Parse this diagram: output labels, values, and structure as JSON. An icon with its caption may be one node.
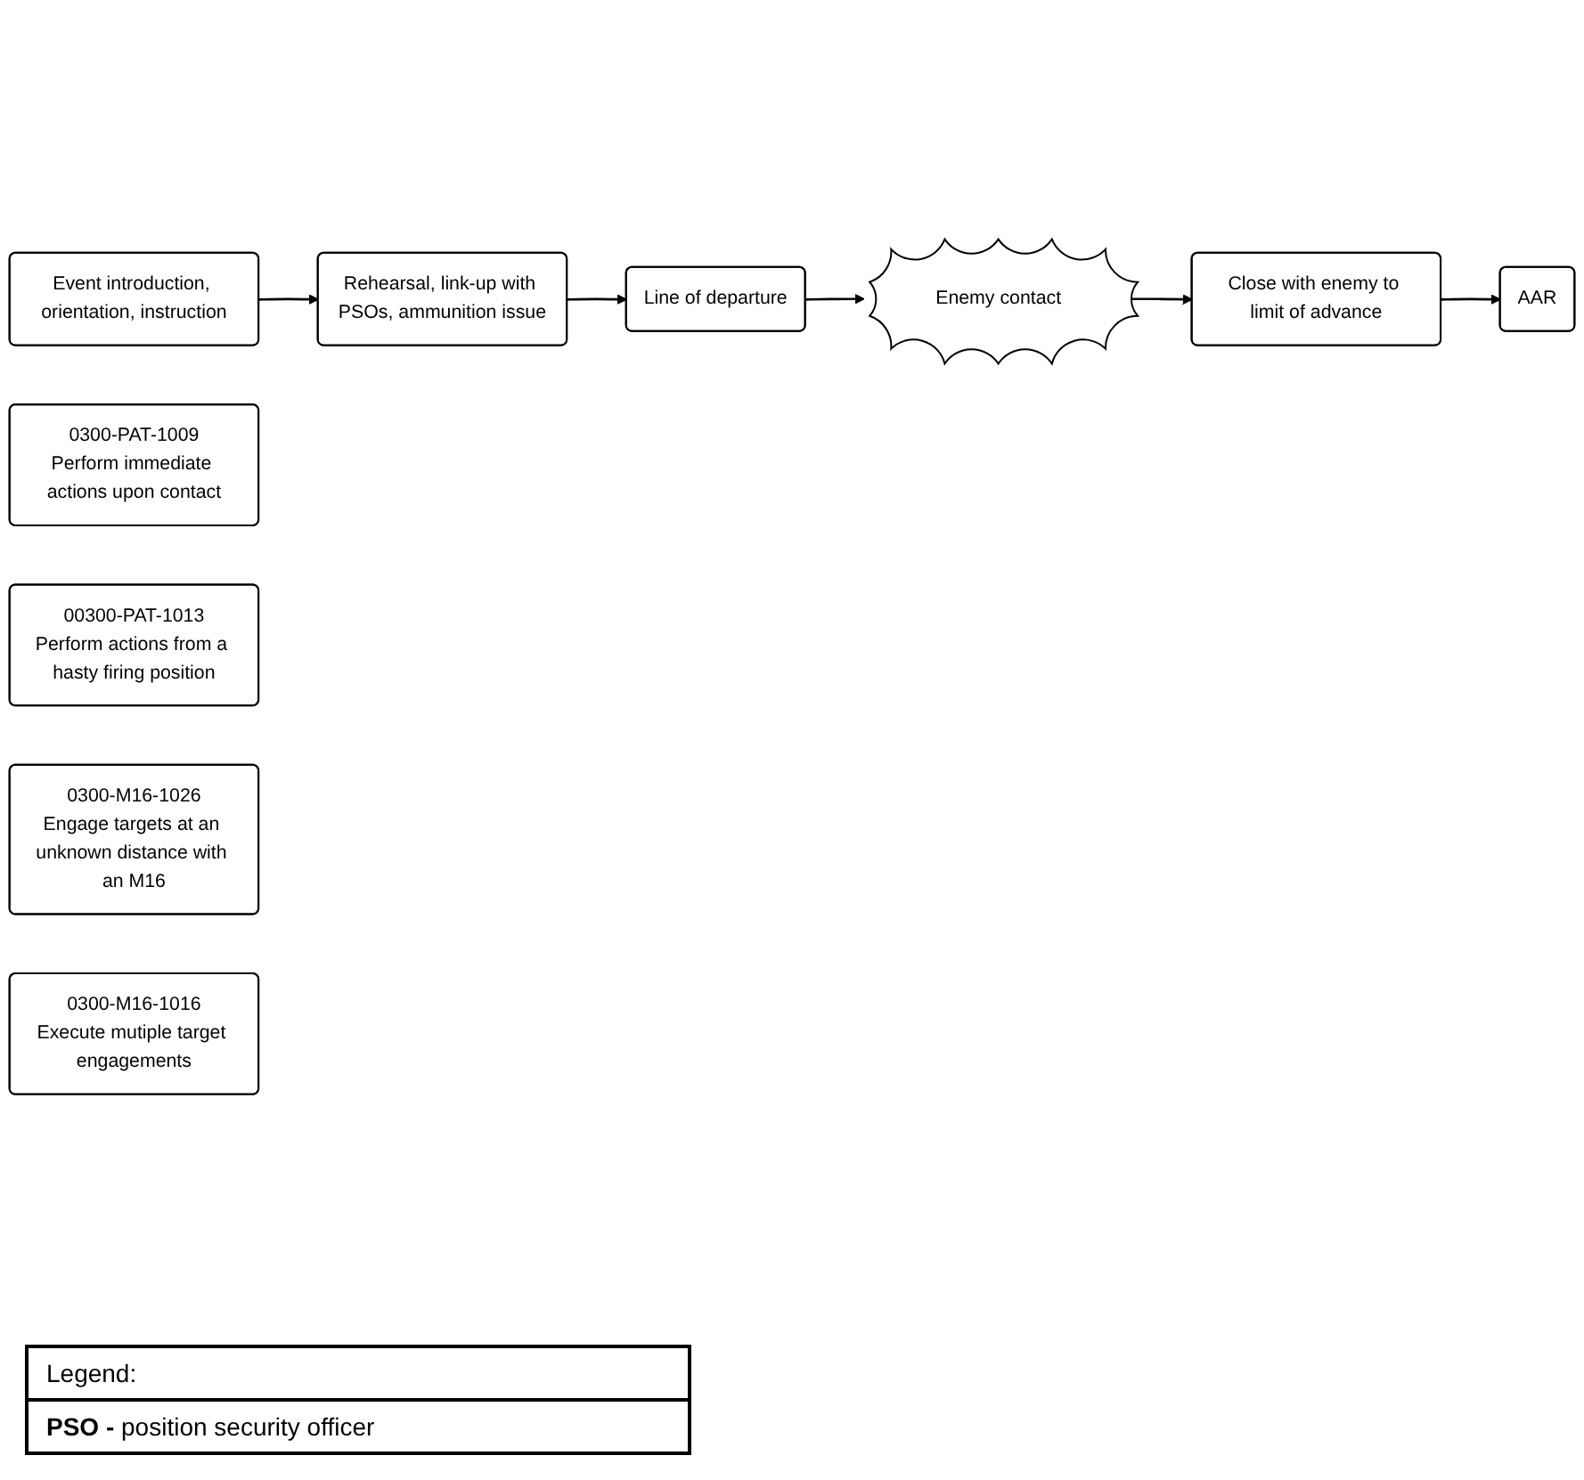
{
  "diagram": {
    "nodes": [
      {
        "text": [
          "Event introduction, orientation, instruction"
        ]
      },
      {
        "text": [
          "Rehearsal, link-up with PSOs, ammunition issue"
        ]
      },
      {
        "text": [
          "Line of departure"
        ]
      },
      {
        "text": [
          "0300-PAT-1009",
          "Perform immediate actions upon contact"
        ]
      },
      {
        "text": [
          "00300-PAT-1013",
          "Perform actions from a hasty firing position"
        ]
      },
      {
        "text": [
          "0300-M16-1026",
          "Engage targets at an unknown distance with an M16"
        ]
      },
      {
        "text": [
          "0300-M16-1016",
          "Execute mutiple target engagements"
        ]
      },
      {
        "text": [
          "Enemy contact"
        ]
      },
      {
        "text": [
          "AAR"
        ]
      },
      {
        "text": [
          "Close with enemy to limit of advance"
        ]
      }
    ],
    "edges": [
      {
        "from": 0,
        "to": 1,
        "arrow": "to"
      },
      {
        "from": 1,
        "to": 2,
        "arrow": "to"
      },
      {
        "from": 2,
        "to": 7,
        "arrow": "to"
      },
      {
        "from": 7,
        "to": 9,
        "arrow": "to"
      },
      {
        "from": 9,
        "to": 8,
        "arrow": "to"
      }
    ],
    "labels": [
      "Legend:",
      "**PSO -** position security officer"
    ]
  }
}
